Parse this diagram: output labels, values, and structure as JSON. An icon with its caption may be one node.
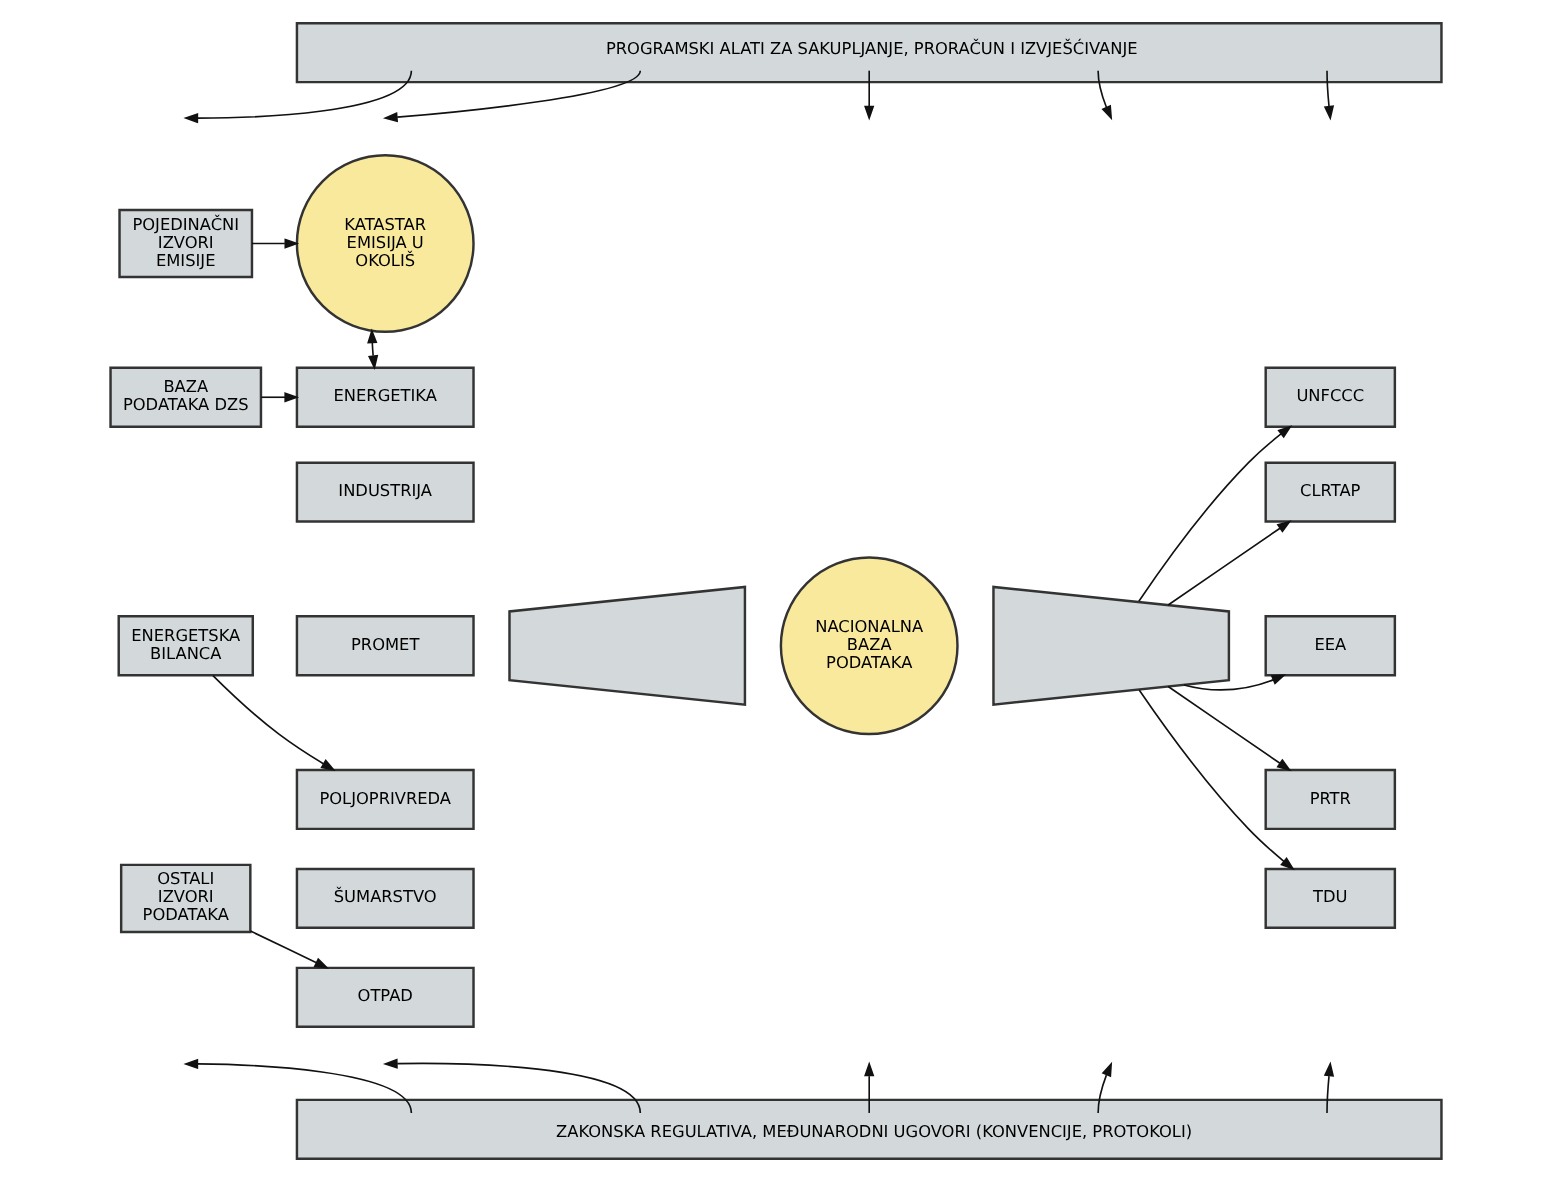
{
  "diagram": {
    "nodes": [
      {
        "text": [
          "PROGRAMSKI ALATI ZA SAKUPLJANJE, PRORAČUN I IZVJEŠĆIVANJE"
        ]
      },
      {
        "text": [
          "POJEDINAČNI IZVORI EMISIJE"
        ]
      },
      {
        "text": [
          "KATASTAR EMISIJA U OKOLIŠ"
        ]
      },
      {
        "text": [
          "BAZA PODATAKA DZS"
        ]
      },
      {
        "text": [
          "ENERGETSKA BILANCA"
        ]
      },
      {
        "text": [
          "OSTALI IZVORI PODATAKA"
        ]
      },
      {
        "text": [
          "ENERGETIKA"
        ]
      },
      {
        "text": [
          "INDUSTRIJA"
        ]
      },
      {
        "text": [
          "PROMET"
        ]
      },
      {
        "text": [
          "POLJOPRIVREDA"
        ]
      },
      {
        "text": [
          "ŠUMARSTVO"
        ]
      },
      {
        "text": [
          "OTPAD"
        ]
      },
      {
        "text": [],
        "shape": "trapezium"
      },
      {
        "text": [
          "NACIONALNA BAZA PODATAKA"
        ]
      },
      {
        "text": [],
        "shape": "trapezium"
      },
      {
        "text": [
          "UNFCCC"
        ]
      },
      {
        "text": [
          "CLRTAP"
        ]
      },
      {
        "text": [
          "EEA"
        ]
      },
      {
        "text": [
          "PRTR"
        ]
      },
      {
        "text": [
          "TDU"
        ]
      },
      {
        "text": [
          "ZAKONSKA REGULATIVA, MEĐUNARODNI UGOVORI (KONVENCIJE, PROTOKOLI)"
        ]
      }
    ],
    "edges": [
      {
        "from": 0,
        "to": null,
        "arrow": "to"
      },
      {
        "from": 0,
        "to": null,
        "arrow": "to"
      },
      {
        "from": 0,
        "to": null,
        "arrow": "to"
      },
      {
        "from": 0,
        "to": null,
        "arrow": "to"
      },
      {
        "from": 0,
        "to": null,
        "arrow": "to"
      },
      {
        "from": 1,
        "to": 2,
        "arrow": "to"
      },
      {
        "from": 2,
        "to": 6,
        "arrow": "both"
      },
      {
        "from": 3,
        "to": 6,
        "arrow": "to"
      },
      {
        "from": 4,
        "to": 9,
        "arrow": "to"
      },
      {
        "from": 5,
        "to": 11,
        "arrow": "to"
      },
      {
        "from": 14,
        "to": 15,
        "arrow": "to"
      },
      {
        "from": 14,
        "to": 16,
        "arrow": "to"
      },
      {
        "from": 14,
        "to": 17,
        "arrow": "to"
      },
      {
        "from": 14,
        "to": 18,
        "arrow": "to"
      },
      {
        "from": 14,
        "to": 19,
        "arrow": "to"
      },
      {
        "from": 20,
        "to": null,
        "arrow": "to"
      },
      {
        "from": 20,
        "to": null,
        "arrow": "to"
      },
      {
        "from": 20,
        "to": null,
        "arrow": "to"
      },
      {
        "from": 20,
        "to": null,
        "arrow": "to"
      },
      {
        "from": 20,
        "to": null,
        "arrow": "to"
      }
    ]
  }
}
